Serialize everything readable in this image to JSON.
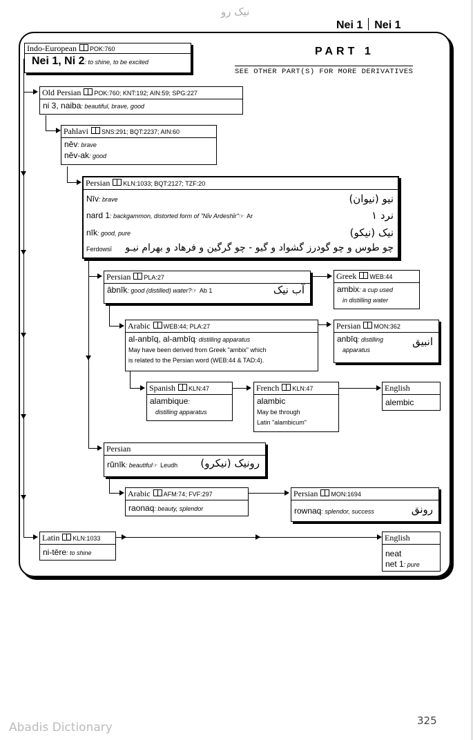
{
  "top_title": "نیک رو",
  "header": {
    "left": "Nei 1",
    "right": "Nei 1"
  },
  "part": "PART 1",
  "see_other": "SEE OTHER PART(S) FOR MORE DERIVATIVES",
  "root": {
    "lang": "Indo-European",
    "ref": "POK:760",
    "word": "Nei 1, Ni 2",
    "def": ": to shine, to be excited"
  },
  "old_persian": {
    "lang": "Old Persian",
    "ref": "POK:760; KNT:192; AIN:59; SPG:227",
    "word": "ni 3, naiba",
    "def": ": beautiful, brave, good"
  },
  "pahlavi": {
    "lang": "Pahlavi",
    "ref": "SNS:291; BQT:2237; AIN:60",
    "w1": "něv",
    "d1": ": brave",
    "w2": "něv-ak",
    "d2": ": good"
  },
  "persian1": {
    "lang": "Persian",
    "ref": "KLN:1033; BQT:2127; TZF:20",
    "w1": "Nīv",
    "d1": ": brave",
    "fa1": "نیو (نیوان)",
    "w2": "nard 1",
    "d2": ": backgammon, distorted form of \"Nīv Ardeshīr\"",
    "d2b": "Ar",
    "fa2": "نرد ۱",
    "w3": "nīk",
    "d3": ": good, pure",
    "fa3": "نیک (نیکو)",
    "w4": "Ferdowsī",
    "fa4": "چو طوس و چو گودرز گشواد و گیو - چو گرگین و فرهاد و بهرام نیـو"
  },
  "persian_abnik": {
    "lang": "Persian",
    "ref": "PLA:27",
    "word": "âbnīk",
    "def": ": good (distilled) water?",
    "def2": "Ab 1",
    "fa": "آب نیک"
  },
  "greek": {
    "lang": "Greek",
    "ref": "WEB:44",
    "word": "ambix",
    "def": ": a cup used",
    "def2": "in distilling water"
  },
  "arabic1": {
    "lang": "Arabic",
    "ref": "WEB:44; PLA:27",
    "word": "al-anbīq, al-ambīq",
    "def": ": distilling apparatus",
    "note1": "May have been derived from Greek \"ambix\" which",
    "note2": "is related to the Persian word (WEB:44 & TAD:4)."
  },
  "persian_anbiq": {
    "lang": "Persian",
    "ref": "MON:362",
    "word": "anbīq",
    "def": ": distilling",
    "def2": "apparatus",
    "fa": "انبیق"
  },
  "spanish": {
    "lang": "Spanish",
    "ref": "KLN:47",
    "word": "alambique",
    "def": ":",
    "def2": "distilling apparatus"
  },
  "french": {
    "lang": "French",
    "ref": "KLN:47",
    "word": "alambic",
    "note1": "May be through",
    "note2": "Latin \"alambicum\""
  },
  "english1": {
    "lang": "English",
    "word": "alembic"
  },
  "persian_runik": {
    "lang": "Persian",
    "word": "rŭnīk",
    "def": ": beautiful",
    "def2": "Leudh",
    "fa": "رونیک (نیکرو)"
  },
  "arabic2": {
    "lang": "Arabic",
    "ref": "AFM:74; FVF:297",
    "word": "raonaq",
    "def": ": beauty, splendor"
  },
  "persian_rownaq": {
    "lang": "Persian",
    "ref": "MON:1694",
    "word": "rownaq",
    "def": ": splendor, success",
    "fa": "رونق"
  },
  "latin": {
    "lang": "Latin",
    "ref": "KLN:1033",
    "word": "ni-tēre",
    "def": ": to shine"
  },
  "english2": {
    "lang": "English",
    "w1": "neat",
    "w2": "net 1",
    "d2": ": pure"
  },
  "footer": {
    "site": "Abadis Dictionary",
    "page": "325"
  }
}
